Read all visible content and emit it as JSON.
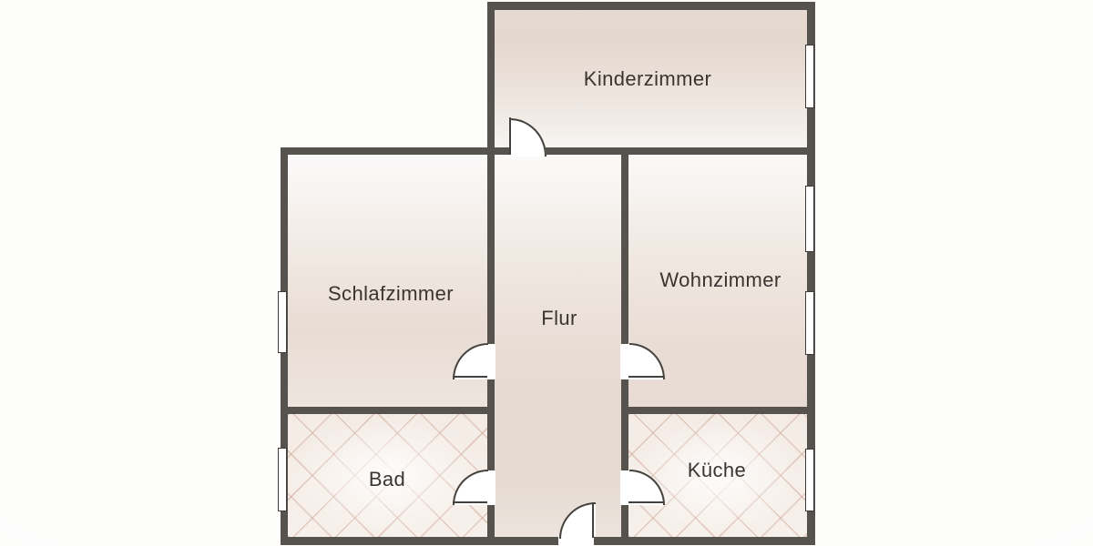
{
  "floorplan": {
    "type": "apartment-floor-plan",
    "rooms": [
      {
        "id": "kinderzimmer",
        "label": "Kinderzimmer"
      },
      {
        "id": "schlafzimmer",
        "label": "Schlafzimmer"
      },
      {
        "id": "wohnzimmer",
        "label": "Wohnzimmer"
      },
      {
        "id": "flur",
        "label": "Flur"
      },
      {
        "id": "bad",
        "label": "Bad"
      },
      {
        "id": "kueche",
        "label": "Küche"
      }
    ],
    "features": {
      "tiled_rooms": [
        "Bad",
        "Küche"
      ],
      "window_locations": [
        "Kinderzimmer rechts",
        "Wohnzimmer rechts oben",
        "Wohnzimmer rechts unten",
        "Schlafzimmer links",
        "Bad links",
        "Küche rechts"
      ],
      "door_locations": [
        "Kinderzimmer",
        "Schlafzimmer",
        "Wohnzimmer",
        "Bad",
        "Küche",
        "Eingang unten"
      ]
    },
    "colors": {
      "wall": "#56524d",
      "door_line": "#45413d",
      "window_border": "#3e3b38",
      "room_tint": "#e7dbd3",
      "tile_line": "#cfa698",
      "label_text": "#3a3531",
      "background": "#fbfaf9"
    }
  }
}
